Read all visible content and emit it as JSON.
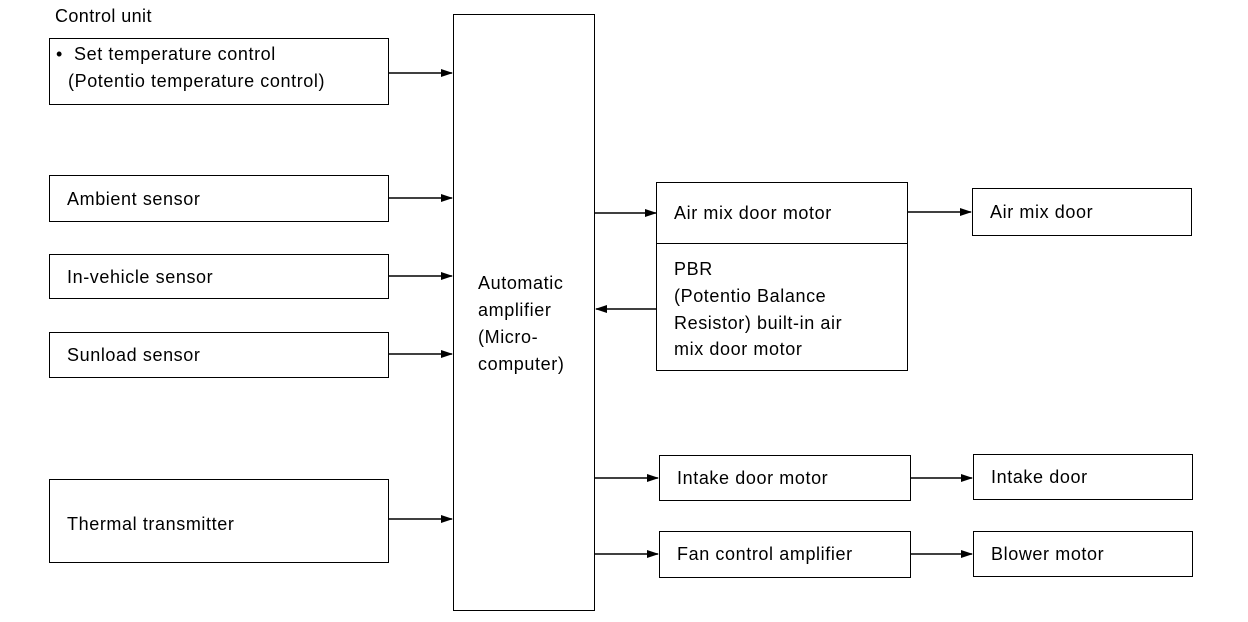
{
  "diagram": {
    "control_unit_label": "Control unit",
    "set_temp_box": {
      "bullet": "•",
      "line1": "Set temperature control",
      "line2": "(Potentio temperature control)"
    },
    "ambient_sensor": "Ambient sensor",
    "in_vehicle_sensor": "In-vehicle sensor",
    "sunload_sensor": "Sunload sensor",
    "thermal_transmitter": "Thermal transmitter",
    "automatic_amplifier": {
      "line1": "Automatic",
      "line2": "amplifier",
      "line3": "(Micro-",
      "line4": "computer)"
    },
    "air_mix_door_motor": "Air mix door motor",
    "pbr": {
      "line1": "PBR",
      "line2": "(Potentio Balance",
      "line3": "Resistor) built-in air",
      "line4": "mix door motor"
    },
    "air_mix_door": "Air mix door",
    "intake_door_motor": "Intake door motor",
    "intake_door": "Intake door",
    "fan_control_amplifier": "Fan control amplifier",
    "blower_motor": "Blower motor"
  }
}
